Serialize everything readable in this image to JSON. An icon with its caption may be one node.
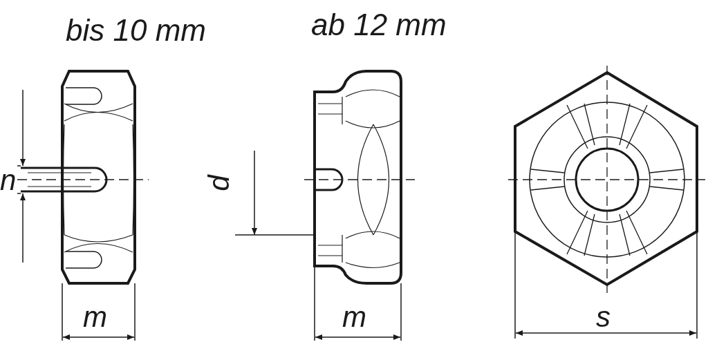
{
  "diagram": {
    "labels": [
      "bis 10 mm",
      "ab 12 mm",
      "n",
      "d",
      "m",
      "m",
      "s"
    ]
  }
}
